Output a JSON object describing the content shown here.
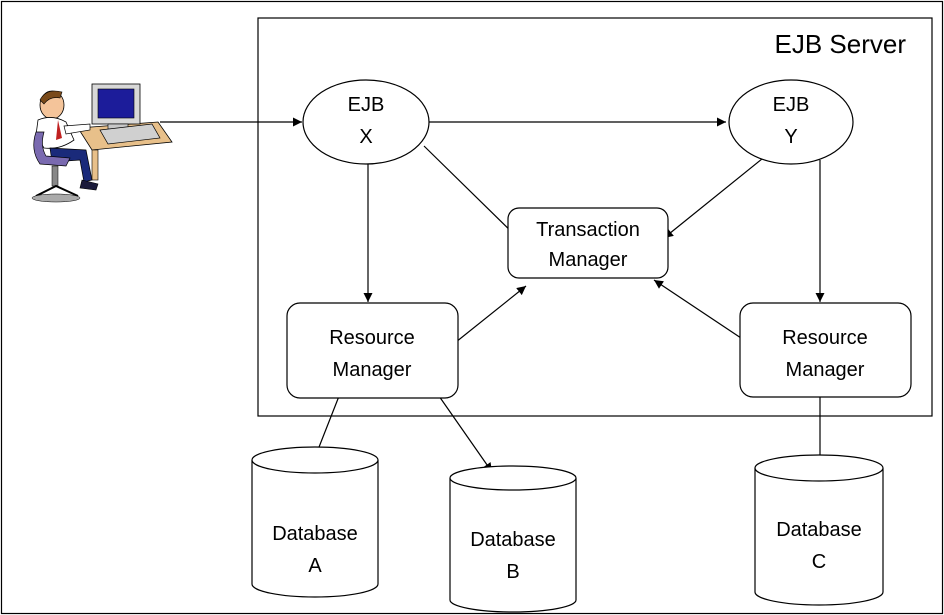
{
  "server": {
    "title": "EJB Server"
  },
  "ejb_x": {
    "line1": "EJB",
    "line2": "X"
  },
  "ejb_y": {
    "line1": "EJB",
    "line2": "Y"
  },
  "transaction_manager": {
    "line1": "Transaction",
    "line2": "Manager"
  },
  "resource_manager_left": {
    "line1": "Resource",
    "line2": "Manager"
  },
  "resource_manager_right": {
    "line1": "Resource",
    "line2": "Manager"
  },
  "database_a": {
    "line1": "Database",
    "line2": "A"
  },
  "database_b": {
    "line1": "Database",
    "line2": "B"
  },
  "database_c": {
    "line1": "Database",
    "line2": "C"
  },
  "icons": {
    "client": "user-at-computer-icon"
  },
  "colors": {
    "line": "#000000",
    "background": "#ffffff",
    "monitor_screen": "#1c1c9a",
    "desk": "#e8c08a"
  }
}
